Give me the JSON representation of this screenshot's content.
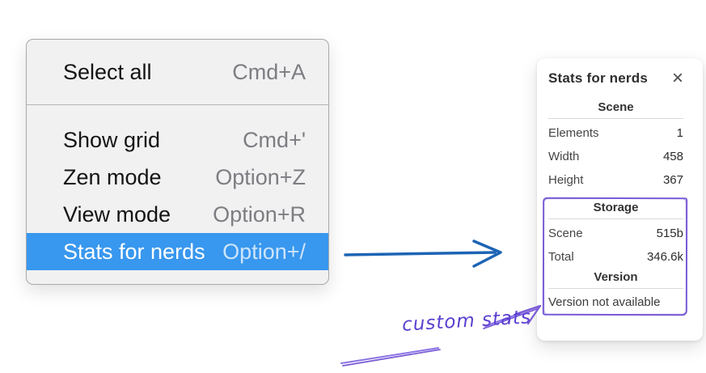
{
  "menu": {
    "items": [
      {
        "label": "Select all",
        "shortcut": "Cmd+A"
      },
      {
        "label": "Show grid",
        "shortcut": "Cmd+'"
      },
      {
        "label": "Zen mode",
        "shortcut": "Option+Z"
      },
      {
        "label": "View mode",
        "shortcut": "Option+R"
      },
      {
        "label": "Stats for nerds",
        "shortcut": "Option+/",
        "state": "highlighted"
      }
    ]
  },
  "stats": {
    "title": "Stats for nerds",
    "close_glyph": "×",
    "scene": {
      "header": "Scene",
      "rows": [
        {
          "label": "Elements",
          "value": "1"
        },
        {
          "label": "Width",
          "value": "458"
        },
        {
          "label": "Height",
          "value": "367"
        }
      ]
    },
    "storage": {
      "header": "Storage",
      "rows": [
        {
          "label": "Scene",
          "value": "515b"
        },
        {
          "label": "Total",
          "value": "346.6k"
        }
      ]
    },
    "version": {
      "header": "Version",
      "note": "Version not available"
    }
  },
  "annotation": {
    "text": "custom stats"
  },
  "colors": {
    "menu_background": "#f1f1f2",
    "menu_border": "#a7a9ad",
    "menu_highlight": "#3897ee",
    "shortcut_gray": "#7d7d82",
    "blue_arrow": "#1d64b5",
    "purple_box": "#7a5bd6",
    "purple_arrow": "#8a74e4",
    "annotation_text": "#5b3fd0"
  }
}
